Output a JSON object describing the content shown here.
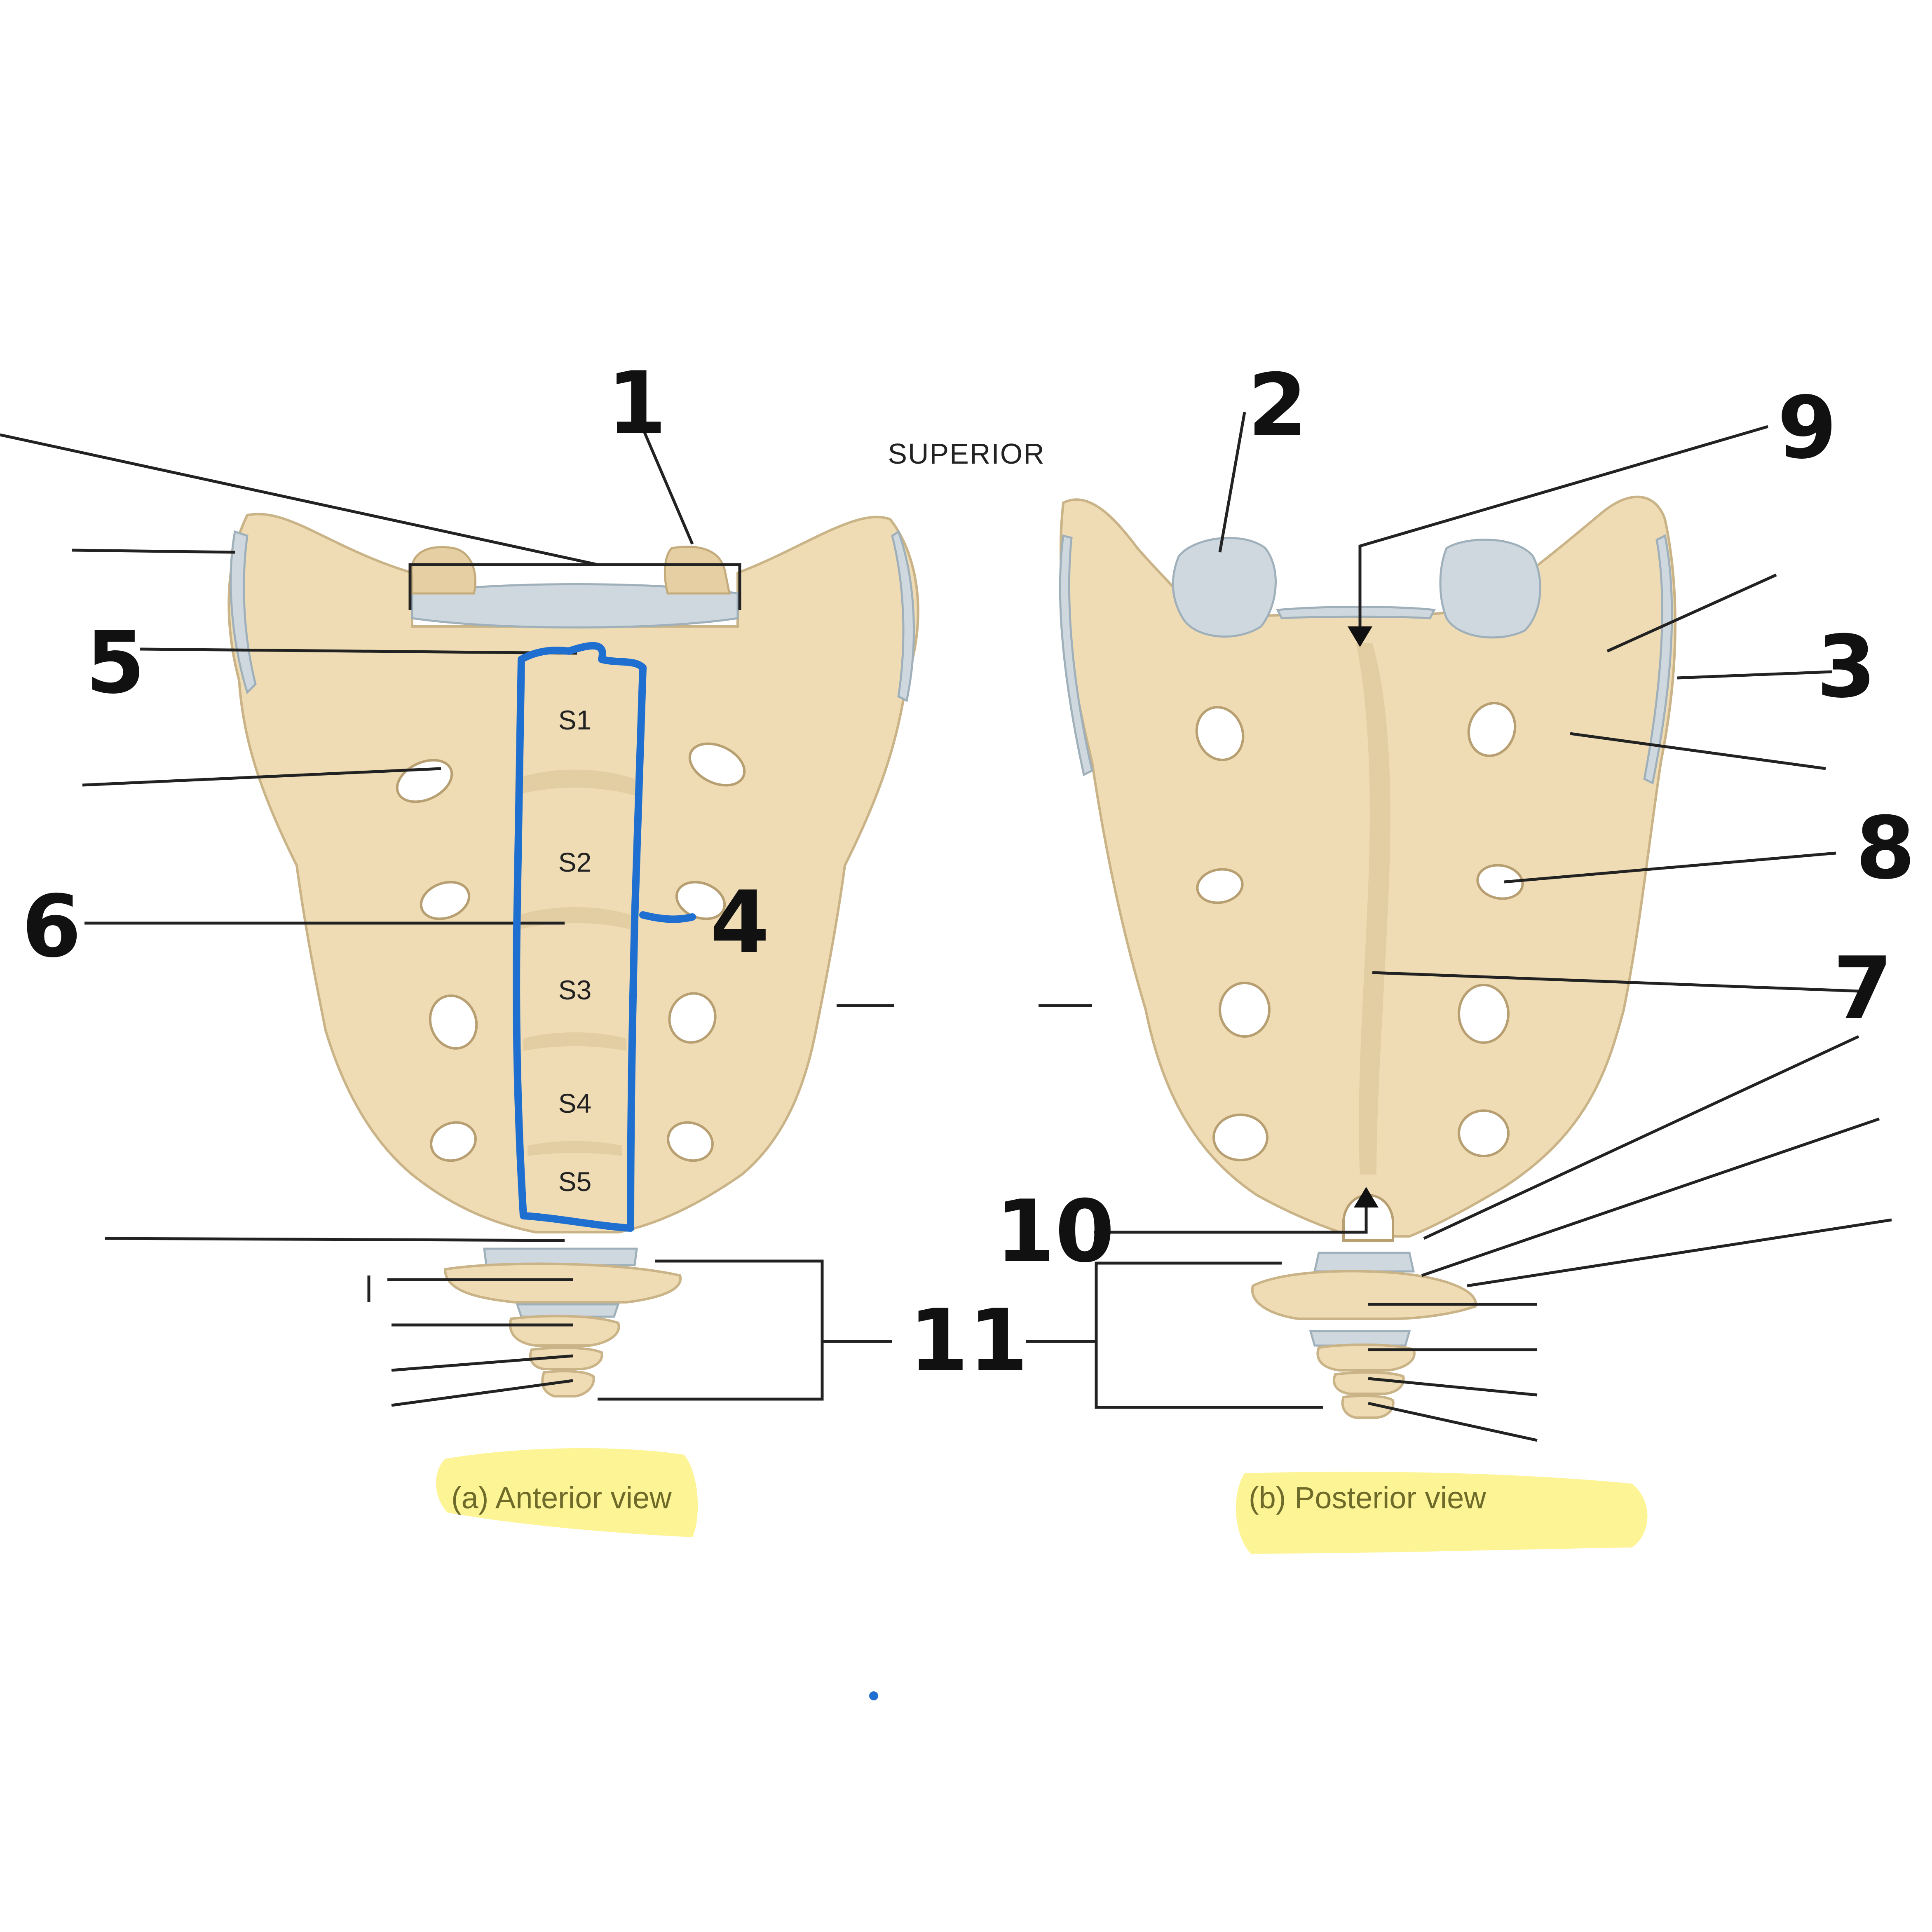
{
  "orientation_label": "SUPERIOR",
  "segments": [
    "S1",
    "S2",
    "S3",
    "S4",
    "S5"
  ],
  "views": {
    "anterior": "(a) Anterior view",
    "posterior": "(b) Posterior view"
  },
  "label_numbers": [
    "1",
    "2",
    "3",
    "4",
    "5",
    "6",
    "7",
    "8",
    "9",
    "10",
    "11"
  ],
  "colors": {
    "bone": "#efdcb4",
    "cartilage": "#cfd8de",
    "annotation_blue": "#1f6fd1",
    "highlight": "#fcf38a"
  }
}
